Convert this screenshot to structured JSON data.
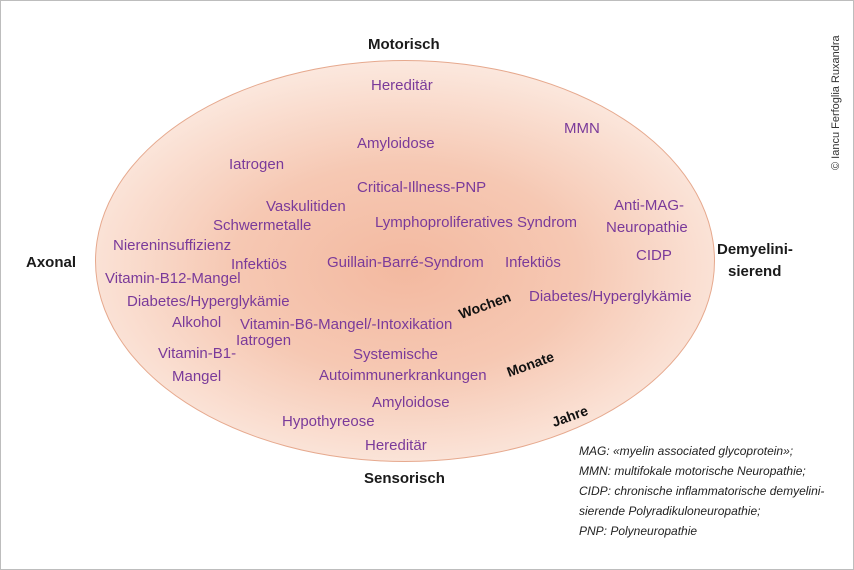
{
  "axes": {
    "top": "Motorisch",
    "bottom": "Sensorisch",
    "left": "Axonal",
    "right_line1": "Demyelini-",
    "right_line2": "sierend"
  },
  "labels": {
    "hereditaer_top": "Hereditär",
    "mmn": "MMN",
    "amyloidose_top": "Amyloidose",
    "iatrogen_top": "Iatrogen",
    "critical_illness": "Critical-Illness-PNP",
    "vaskulitiden": "Vaskulitiden",
    "anti_mag_line1": "Anti-MAG-",
    "anti_mag_line2": "Neuropathie",
    "schwermetalle": "Schwermetalle",
    "lymphoproliferatives": "Lymphoproliferatives Syndrom",
    "niereninsuffizienz": "Niereninsuffizienz",
    "cidp": "CIDP",
    "infektioes_left": "Infektiös",
    "guillain_barre": "Guillain-Barré-Syndrom",
    "infektioes_right": "Infektiös",
    "vitamin_b12": "Vitamin-B12-Mangel",
    "diabetes_left": "Diabetes/Hyperglykämie",
    "diabetes_right": "Diabetes/Hyperglykämie",
    "alkohol": "Alkohol",
    "vitamin_b6": "Vitamin-B6-Mangel/-Intoxikation",
    "iatrogen_bottom": "Iatrogen",
    "vitamin_b1_line1": "Vitamin-B1-",
    "vitamin_b1_line2": "Mangel",
    "systemische_line1": "Systemische",
    "systemische_line2": "Autoimmunerkrankungen",
    "amyloidose_bottom": "Amyloidose",
    "hypothyreose": "Hypothyreose",
    "hereditaer_bottom": "Hereditär"
  },
  "time_scale": {
    "wochen": "Wochen",
    "monate": "Monate",
    "jahre": "Jahre"
  },
  "copyright": "© Iancu Ferfoglia Ruxandra",
  "legend": [
    "MAG: «myelin associated glycoprotein»;",
    "MMN: multifokale motorische Neuropathie;",
    "CIDP: chronische inflammatorische demyelini-",
    "sierende Polyradikuloneuropathie;",
    "PNP: Polyneuropathie"
  ],
  "colors": {
    "label_purple": "#7a3a9a",
    "ellipse_fill": "#f3b9a0",
    "ellipse_border": "#e6a98e"
  }
}
